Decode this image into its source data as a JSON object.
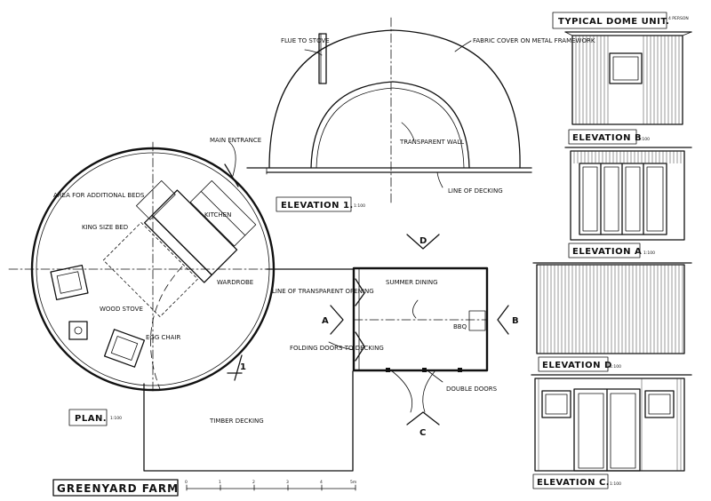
{
  "titles": {
    "typical_dome_unit": "TYPICAL DOME UNIT.",
    "persons": "4 PERSON",
    "elevation_b": "ELEVATION B",
    "elevation_a": "ELEVATION A",
    "elevation_d": "ELEVATION D",
    "elevation_c": "ELEVATION C.",
    "elevation_1": "ELEVATION 1.",
    "plan": "PLAN.",
    "project": "GREENYARD FARM"
  },
  "scales": {
    "elevation_b": "1:100",
    "elevation_a": "1:100",
    "elevation_d": "1:100",
    "elevation_c": "1:100",
    "elevation_1": "1:100",
    "plan": "1:100"
  },
  "annotations": {
    "flue": "FLUE TO STOVE",
    "fabric": "FABRIC COVER ON METAL FRAMEWORK",
    "transparent_wall": "TRANSPARENT WALL",
    "decking_line": "LINE OF DECKING",
    "main_entrance": "MAIN ENTRANCE",
    "extra_beds": "AREA FOR ADDITIONAL BEDS",
    "king_bed": "KING SIZE BED",
    "kitchen": "KITCHEN",
    "wardrobe": "WARDROBE",
    "transparent_opening": "LINE OF TRANSPARENT OPENING",
    "wood_stove": "WOOD STOVE",
    "egg_chair": "EGG CHAIR",
    "summer_dining": "SUMMER DINING",
    "bbq": "BBQ",
    "folding_doors": "FOLDING DOORS TO DECKING",
    "double_doors": "DOUBLE DOORS",
    "timber_decking": "TIMBER DECKING"
  },
  "markers": {
    "a": "A",
    "b": "B",
    "c": "C",
    "d": "D",
    "one": "1"
  },
  "scale_bar": {
    "ticks": [
      "0",
      "1",
      "2",
      "3",
      "4",
      "5m"
    ]
  }
}
